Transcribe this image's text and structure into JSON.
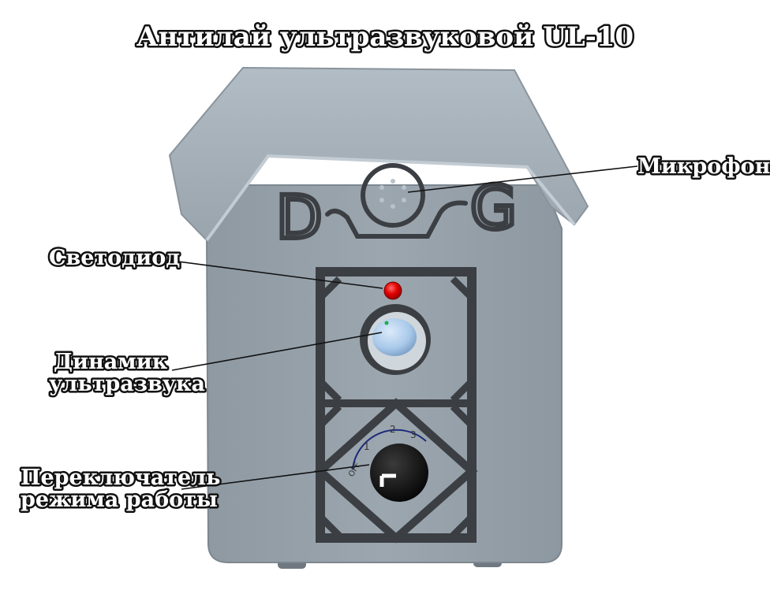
{
  "title": "Антилай ультразвуковой UL-10",
  "logo": {
    "left": "D",
    "right": "G"
  },
  "labels": {
    "microphone": "Микрофон",
    "led": "Светодиод",
    "speaker_line1": "Динамик",
    "speaker_line2": "ультразвука",
    "switch_line1": "Переключатель",
    "switch_line2": "режима работы"
  },
  "dial": {
    "off": "OFF",
    "mode1": "1",
    "mode2": "2",
    "mode3": "3"
  },
  "colors": {
    "body": "#98a2ab",
    "body_dark": "#7b858e",
    "roof": "#a6b0b9",
    "panel_frame": "#3b3f43",
    "led": "#e20000",
    "speaker_membrane": "#a9c9ea",
    "knob": "#0f0f0f"
  }
}
